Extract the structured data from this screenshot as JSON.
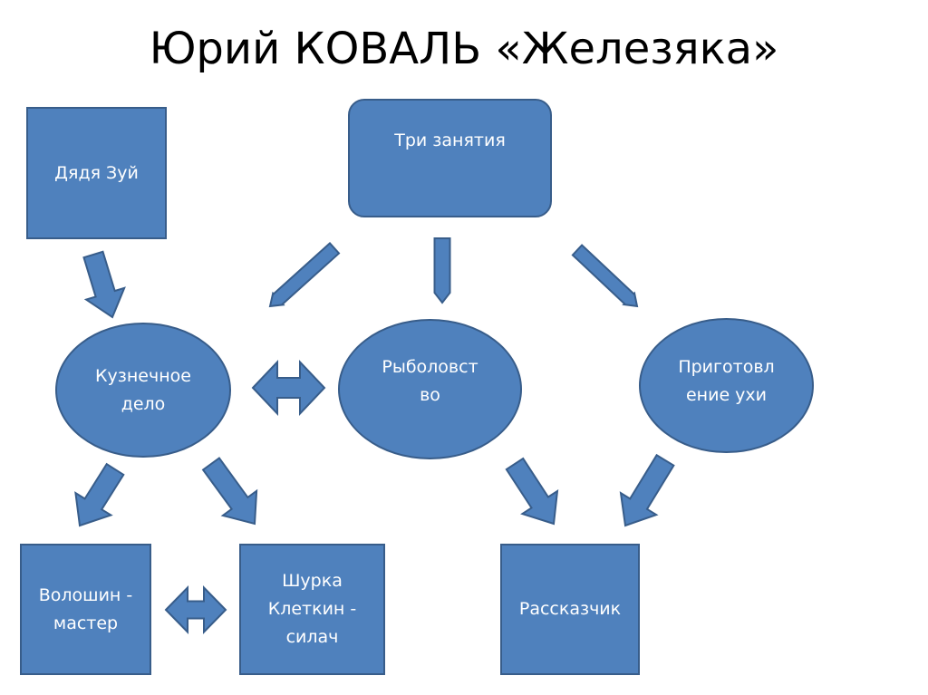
{
  "title": "Юрий КОВАЛЬ «Железяка»",
  "colors": {
    "fill": "#4f81bd",
    "stroke": "#385d8a",
    "text": "#ffffff"
  },
  "nodes": {
    "uncle_zuy": "Дядя Зуй",
    "three_activities": "Три занятия",
    "blacksmithing": "Кузнечное\nдело",
    "fishing": "Рыболовст\nво",
    "cooking_fish_soup": "Приготовл\nение ухи",
    "voloshin": "Волошин -\nмастер",
    "shurka": "Шурка\nКлеткин -\nсилач",
    "narrator": "Рассказчик"
  }
}
